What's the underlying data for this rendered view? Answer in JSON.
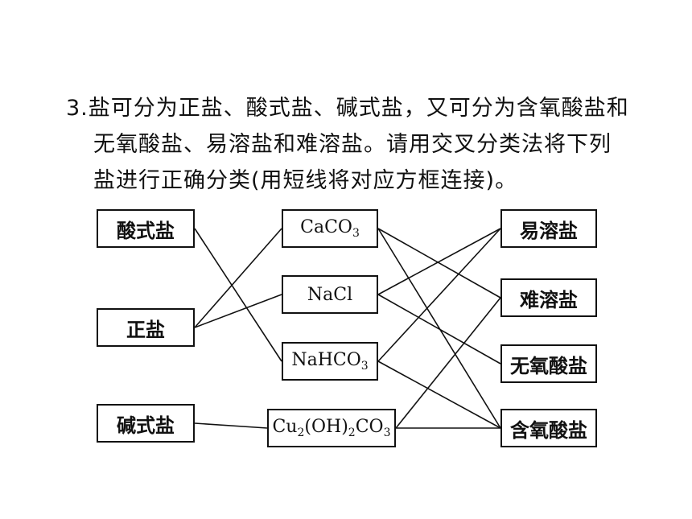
{
  "question": {
    "number": "3.",
    "lines": [
      "盐可分为正盐、酸式盐、碱式盐，又可分为含氧酸盐和",
      "无氧酸盐、易溶盐和难溶盐。请用交叉分类法将下列",
      "盐进行正确分类(用短线将对应方框连接)。"
    ]
  },
  "diagram": {
    "left": [
      {
        "id": "acid",
        "label": "酸式盐"
      },
      {
        "id": "normal",
        "label": "正盐"
      },
      {
        "id": "basic",
        "label": "碱式盐"
      }
    ],
    "middle": [
      {
        "id": "caco3",
        "parts": [
          {
            "t": "CaCO"
          },
          {
            "s": "3"
          }
        ]
      },
      {
        "id": "nacl",
        "parts": [
          {
            "t": "NaCl"
          }
        ]
      },
      {
        "id": "nahco3",
        "parts": [
          {
            "t": "NaHCO"
          },
          {
            "s": "3"
          }
        ]
      },
      {
        "id": "cu2oh2co3",
        "parts": [
          {
            "t": "Cu"
          },
          {
            "s": "2"
          },
          {
            "t": "(OH)"
          },
          {
            "s": "2"
          },
          {
            "t": "CO"
          },
          {
            "s": "3"
          }
        ]
      }
    ],
    "right": [
      {
        "id": "soluble",
        "label": "易溶盐"
      },
      {
        "id": "insoluble",
        "label": "难溶盐"
      },
      {
        "id": "oxygen_free",
        "label": "无氧酸盐"
      },
      {
        "id": "oxy",
        "label": "含氧酸盐"
      }
    ],
    "links": [
      [
        "acid",
        "nahco3"
      ],
      [
        "normal",
        "caco3"
      ],
      [
        "normal",
        "nacl"
      ],
      [
        "basic",
        "cu2oh2co3"
      ],
      [
        "caco3",
        "insoluble"
      ],
      [
        "caco3",
        "oxy"
      ],
      [
        "nacl",
        "soluble"
      ],
      [
        "nacl",
        "oxygen_free"
      ],
      [
        "nahco3",
        "soluble"
      ],
      [
        "nahco3",
        "oxy"
      ],
      [
        "cu2oh2co3",
        "insoluble"
      ],
      [
        "cu2oh2co3",
        "oxy"
      ]
    ]
  }
}
